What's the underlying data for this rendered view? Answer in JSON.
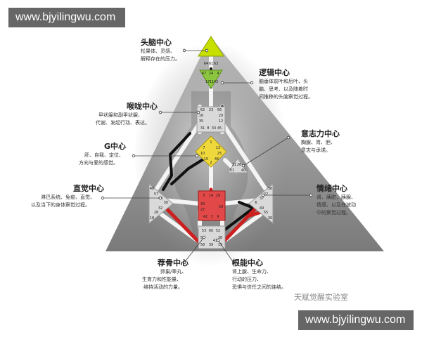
{
  "watermark": "www.bjyilingwu.com",
  "credit": "天赋觉醒实验室",
  "centers": {
    "head": {
      "title": "头脑中心",
      "lines": [
        "松果体、灵感、",
        "解释存在的压力。"
      ]
    },
    "ajna": {
      "title": "逻辑中心",
      "lines": [
        "脑垂体前叶和后叶、头",
        "脑、思考、以及随着时",
        "间推移的头脑察觉过程。"
      ]
    },
    "throat": {
      "title": "喉咙中心",
      "lines": [
        "甲状腺和副甲状腺、",
        "代谢、发起行动、表达。"
      ]
    },
    "will": {
      "title": "意志力中心",
      "lines": [
        "胸腺、胃、胆、",
        "意志与承诺。"
      ]
    },
    "g": {
      "title": "G中心",
      "lines": [
        "肝、自我、定位、",
        "方向与爱的感觉。"
      ]
    },
    "spleen": {
      "title": "直觉中心",
      "lines": [
        "淋巴系统、免疫、直觉、",
        "以及当下的身体察觉过程。"
      ]
    },
    "emotion": {
      "title": "情绪中心",
      "lines": [
        "肾、胰脏、胰腺、",
        "情感、以及在波动",
        "中的察觉过程。"
      ]
    },
    "sacral": {
      "title": "荐骨中心",
      "lines": [
        "卵巢/睾丸、",
        "生育力和性能量、",
        "维持活动的力量。"
      ]
    },
    "root": {
      "title": "根能中心",
      "lines": [
        "肾上腺、生命力、",
        "行动的压力、",
        "恐惧与信任之间的连结。"
      ]
    }
  },
  "gates": {
    "head": [
      "64",
      "61",
      "63"
    ],
    "ajna": [
      "47",
      "24",
      "4",
      "17",
      "11",
      "43"
    ],
    "throat": [
      "62",
      "23",
      "56",
      "16",
      "20",
      "35",
      "12",
      "31",
      "8",
      "33",
      "45"
    ],
    "g": [
      "1",
      "7",
      "13",
      "10",
      "25",
      "15",
      "2",
      "46"
    ],
    "will": [
      "21",
      "26",
      "51",
      "40"
    ],
    "spleen": [
      "48",
      "57",
      "44",
      "50",
      "32",
      "28",
      "18"
    ],
    "sacral": [
      "5",
      "14",
      "29",
      "34",
      "27",
      "59",
      "42",
      "3",
      "9"
    ],
    "root": [
      "53",
      "60",
      "52",
      "54",
      "38",
      "58",
      "19",
      "39",
      "41"
    ],
    "emotion": [
      "36",
      "22",
      "37",
      "6",
      "49",
      "55",
      "30"
    ]
  },
  "colors": {
    "head_fill": "#c8e000",
    "ajna_fill": "#8cc63e",
    "sacral_fill": "#cc2222",
    "pyramid": "#8c8c8c",
    "channel_black": "#111111",
    "channel_red": "#cc1f1f"
  }
}
